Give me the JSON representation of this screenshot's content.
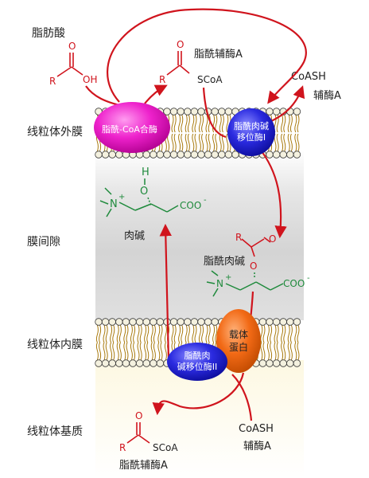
{
  "regions": {
    "outer_membrane": "线粒体外膜",
    "intermembrane_space": "膜间隙",
    "inner_membrane": "线粒体内膜",
    "matrix": "线粒体基质"
  },
  "molecules": {
    "fatty_acid": {
      "name": "脂肪酸",
      "r": "R",
      "o": "O",
      "oh": "OH"
    },
    "acyl_coa_top": {
      "name": "脂酰辅酶A",
      "r": "R",
      "o": "O",
      "scoa": "SCoA"
    },
    "coash_top": {
      "formula": "CoASH",
      "name": "辅酶A"
    },
    "carnitine": {
      "name": "肉碱",
      "h": "H",
      "o": "O",
      "n": "N",
      "plus": "+",
      "coo": "COO",
      "charge": "-"
    },
    "acyl_carnitine": {
      "name": "脂酰肉碱",
      "r": "R",
      "o_carbonyl": "O",
      "o_ester": "O",
      "n": "N",
      "plus": "+",
      "coo": "COO",
      "charge": "-"
    },
    "acyl_coa_bottom": {
      "name": "脂酰辅酶A",
      "r": "R",
      "o": "O",
      "scoa": "SCoA"
    },
    "coash_bottom": {
      "formula": "CoASH",
      "name": "辅酶A"
    }
  },
  "enzymes": {
    "acyl_coa_synthetase": "脂酰-CoA合酶",
    "cpt1_line1": "脂酰肉碱",
    "cpt1_line2": "移位酶I",
    "translocase_line1": "载体",
    "translocase_line2": "蛋白",
    "cpt2_line1": "脂酰肉",
    "cpt2_line2": "碱移位酶II"
  },
  "colors": {
    "arrow_red": "#d0141d",
    "carnitine_green": "#1f8a3c",
    "synthetase_magenta": "#ec1ec9",
    "cpt_blue": "#2a2ad8",
    "translocase_orange": "#f06818",
    "lipid_head": "#f4f1df",
    "lipid_tail": "#a8790c",
    "matrix_yellow": "#fbf6dc"
  }
}
